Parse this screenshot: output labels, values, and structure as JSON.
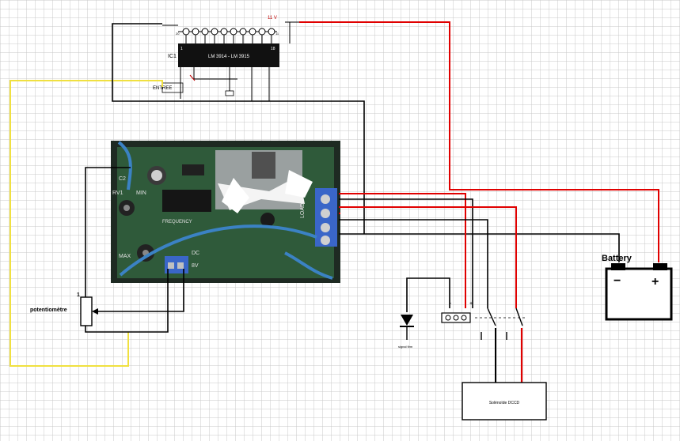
{
  "ic": {
    "ref": "IC1",
    "part": "LM 3914 - LM 3915",
    "supply_label": "11 V",
    "input_label": "ENTREE",
    "pin_left": "1",
    "pin_right": "18",
    "pin_left_top": "20",
    "pin_right_top": "11"
  },
  "potentiometer": {
    "label": "potentiomètre",
    "pin": "1"
  },
  "battery": {
    "label": "Battery",
    "minus": "−",
    "plus": "+"
  },
  "diode": {
    "label": "signal firm"
  },
  "output_box": {
    "label": "Solénoïde DCCD"
  },
  "relay": {
    "minus": "-",
    "plus": "+"
  },
  "board": {
    "markings": [
      "C2",
      "RV1",
      "MIN",
      "MAX",
      "DC",
      "8V",
      "LOAD",
      "FREQUENCY"
    ]
  },
  "colors": {
    "wire_black": "#000000",
    "wire_red": "#e00000",
    "wire_yellow": "#f0e040",
    "grid": "#c8c8c8",
    "pcb_green": "#2f5a3a"
  }
}
